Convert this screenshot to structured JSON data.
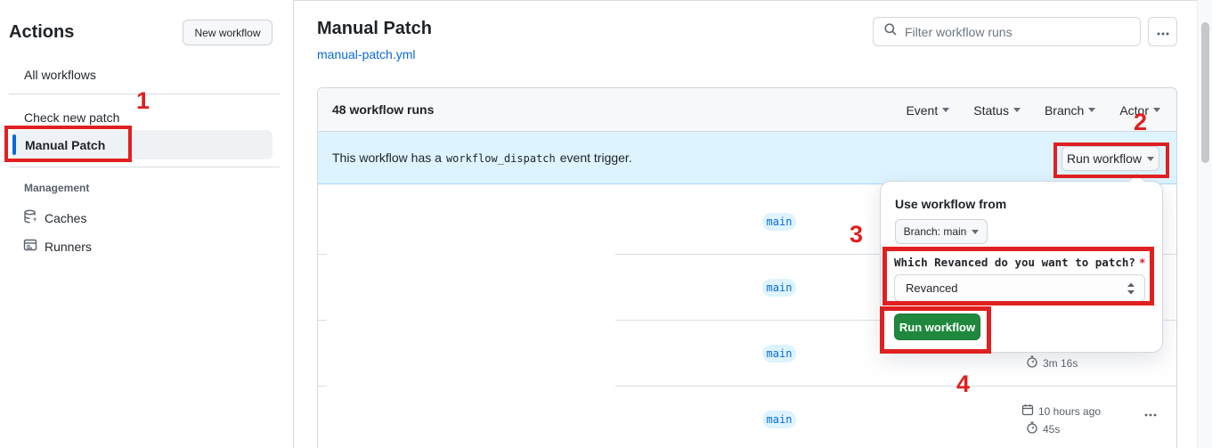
{
  "page": {
    "top_accent_color": "#fd8c73"
  },
  "sidebar": {
    "title": "Actions",
    "new_workflow_button": "New workflow",
    "items": [
      {
        "label": "All workflows",
        "selected": false
      },
      {
        "label": "Check new patch",
        "selected": false
      },
      {
        "label": "Manual Patch",
        "selected": true
      }
    ],
    "management": {
      "header": "Management",
      "items": [
        {
          "label": "Caches",
          "icon": "cache-database-icon"
        },
        {
          "label": "Runners",
          "icon": "runners-icon"
        }
      ]
    }
  },
  "header": {
    "title": "Manual Patch",
    "file_link": "manual-patch.yml",
    "filter_placeholder": "Filter workflow runs"
  },
  "runs_table": {
    "count_label": "48 workflow runs",
    "filters": [
      "Event",
      "Status",
      "Branch",
      "Actor"
    ],
    "banner": {
      "text_before": "This workflow has a",
      "code": "workflow_dispatch",
      "text_after": "event trigger.",
      "run_workflow_button": "Run workflow"
    },
    "rows": [
      {
        "branch": "main"
      },
      {
        "branch": "main"
      },
      {
        "branch": "main",
        "duration": "3m 16s"
      },
      {
        "branch": "main",
        "time": "10 hours ago",
        "duration": "45s"
      }
    ]
  },
  "run_dialog": {
    "use_workflow_from": "Use workflow from",
    "branch_button": "Branch: main",
    "input_label": "Which Revanced do you want to patch?",
    "required_mark": "*",
    "select_value": "Revanced",
    "run_button": "Run workflow"
  },
  "annotations": {
    "numbers": [
      "1",
      "2",
      "3",
      "4"
    ],
    "color": "#e02020"
  }
}
